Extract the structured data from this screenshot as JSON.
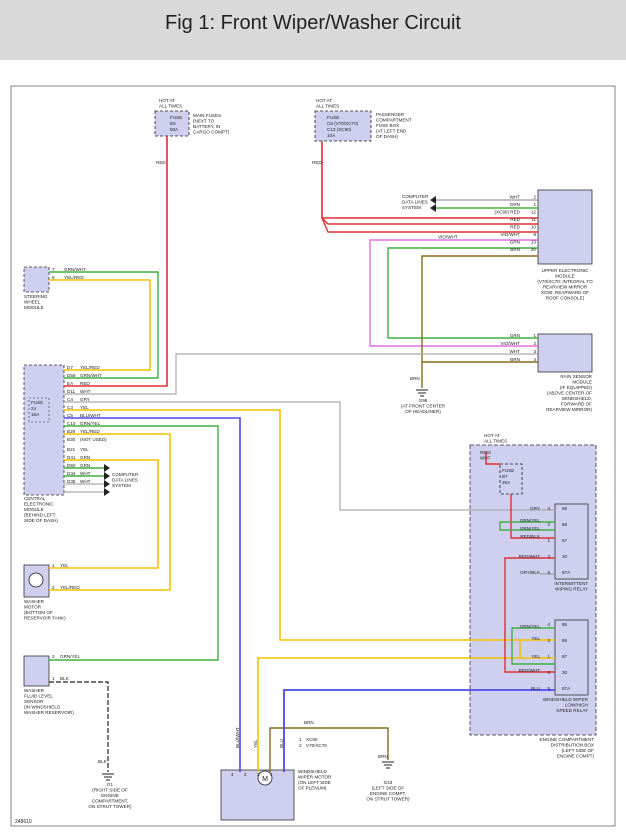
{
  "header": {
    "title": "Fig 1: Front Wiper/Washer Circuit"
  },
  "diagram": {
    "hot_at_all_times": [
      "HOT AT",
      "ALL TIMES"
    ],
    "main_fuse_box": [
      "FUSE",
      "E5",
      "50A"
    ],
    "main_fuses_note": [
      "MAIN FUSES",
      "(NEXT TO",
      "BATTERY, IN",
      "CARGO COMPT)"
    ],
    "pass_fuse_box": [
      "FUSE",
      "C6   (V70/XC70)",
      "C13  (XC90)",
      "10A"
    ],
    "pass_fuse_note": [
      "PASSENGER",
      "COMPARTMENT",
      "FUSE BOX",
      "(AT LEFT END",
      "OF DASH)"
    ],
    "red": "RED",
    "computer_data_lines": [
      "COMPUTER",
      "DATA LINES",
      "SYSTEM"
    ],
    "uem_wires": [
      "WHT",
      "GRN",
      "(XC90)  RED",
      "RED",
      "RED",
      "VIO/WHT",
      "GRN",
      "BRN"
    ],
    "uem_pins": [
      "2",
      "1",
      "12",
      "11",
      "10",
      "8",
      "13",
      "20"
    ],
    "vio_wht_left": "VIO/WHT",
    "upper_module_label": [
      "UPPER ELECTRONIC",
      "MODULE",
      "(V70/XC70: INTEGRAL TO",
      "REARVIEW MIRROR",
      "XC90: REARWARD OF",
      "ROOF CONSOLE)"
    ],
    "swm_wires": [
      "GRN/WHT",
      "YEL/RED"
    ],
    "swm_pins": [
      "7",
      "8"
    ],
    "steering_label": [
      "STEERING",
      "WHEEL",
      "MODULE"
    ],
    "rain_wires": [
      "GRN",
      "VIO/WHT",
      "WHT",
      "BRN"
    ],
    "rain_pins": [
      "1",
      "2",
      "3",
      "4"
    ],
    "rain_label": [
      "RAIN SENSOR",
      "MODULE",
      "(IF EQUIPPED)",
      "(ABOVE CENTER OF",
      "WINDSHIELD,",
      "FORWARD OF",
      "REARVIEW MIRROR)"
    ],
    "brn": "BRN",
    "g98_label": [
      "G98",
      "(AT FRONT CENTER",
      "OF HEADLINER)"
    ],
    "cem_pins": [
      "D7",
      "D59",
      "EA",
      "D11",
      "C4",
      "C3",
      "C5",
      "C10",
      "B29",
      "B30",
      "B21",
      "D41",
      "D50",
      "D34",
      "D35"
    ],
    "cem_wires": [
      "YEL/RED",
      "GRN/WHT",
      "RED",
      "WHT",
      "GRY",
      "YEL",
      "BLU/WHT",
      "GRN/YEL",
      "YEL/RED",
      "(NOT USED)",
      "YEL",
      "GRN",
      "GRN",
      "WHT",
      "WHT"
    ],
    "cem_fuse": [
      "FUSE",
      "24",
      "15A"
    ],
    "cem_label": [
      "CENTRAL",
      "ELECTRONIC",
      "MODULE",
      "(BEHIND LEFT",
      "SIDE OF DASH)"
    ],
    "computer_data_lines_2": [
      "COMPUTER",
      "DATA LINES",
      "SYSTEM"
    ],
    "washer_motor_wires": [
      "YEL",
      "YEL/RED"
    ],
    "washer_motor_pins": [
      "1",
      "2"
    ],
    "washer_motor_label": [
      "WASHER",
      "MOTOR",
      "(BOTTOM OF",
      "RESERVOIR TANK)"
    ],
    "level_sensor_wires": [
      "GRN/YEL",
      "BLK"
    ],
    "level_sensor_pins": [
      "2",
      "1"
    ],
    "level_sensor_label": [
      "WASHER",
      "FLUID LEVEL",
      "SENSOR",
      "(IN WINDSHIELD",
      "WASHER RESERVOIR)"
    ],
    "blk": "BLK",
    "g1_label": [
      "G1",
      "(RIGHT SIDE OF",
      "ENGINE",
      "COMPARTMENT,",
      "ON STRUT TOWER)"
    ],
    "motor_wires": [
      "BLU/WHT",
      "YEL",
      "BLU"
    ],
    "motor_brn": "BRN",
    "motor_options": [
      "XC90",
      "V70/XC70"
    ],
    "option_markers": [
      "1",
      "2"
    ],
    "motor_pins": [
      "4",
      "2",
      "3",
      "1"
    ],
    "motor_symbol": "M",
    "wiper_motor_label": [
      "WINDSHIELD",
      "WIPER MOTOR",
      "(ON LEFT SIDE",
      "OF PLENUM)"
    ],
    "g43_label": [
      "G43",
      "(LEFT SIDE OF",
      "ENGINE COMPT,",
      "ON STRUT TOWER)"
    ],
    "dist_red_wht": [
      "RED/",
      "WHT"
    ],
    "dist_fuse": [
      "FUSE",
      "B7",
      "25A"
    ],
    "int_relay_wires": [
      "GRY",
      "GRN/YEL",
      "GRN/YEL",
      "RED/BLK",
      "RED/WHT",
      "GRY/BLK"
    ],
    "int_relay_pins": [
      "85",
      "86",
      "87",
      "30",
      "87A"
    ],
    "int_relay_label": [
      "INTERMITTENT",
      "WIPING RELAY"
    ],
    "spd_relay_wires": [
      "GRN/YEL",
      "YEL",
      "YEL",
      "RED/WHT",
      "BLU"
    ],
    "spd_relay_pins": [
      "85",
      "86",
      "87",
      "30",
      "87A"
    ],
    "spd_relay_label": [
      "WINDSHIELD WIPER",
      "LOW/HIGH",
      "SPEED RELAY"
    ],
    "dist_box_label": [
      "ENGINE COMPARTMENT",
      "DISTRIBUTION BOX",
      "(LEFT SIDE OF",
      "ENGINE COMPT)"
    ],
    "relay_terms": [
      "4",
      "2",
      "1",
      "3",
      "5"
    ],
    "footer_code": "248610"
  }
}
